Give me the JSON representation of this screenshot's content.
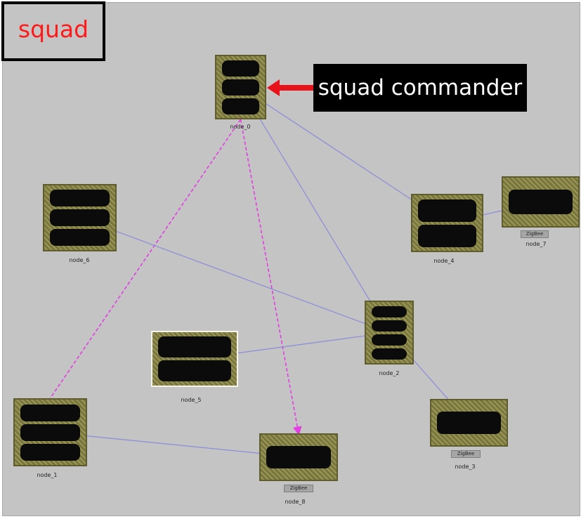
{
  "title": "squad",
  "callout": "squad commander",
  "colors": {
    "background": "#c4c4c4",
    "title_text": "#ff1a1a",
    "arrow": "#e8121b",
    "link_solid": "#8f8fd8",
    "link_dashed": "#e23ee2"
  },
  "nodes": {
    "node_0": {
      "label": "node_0",
      "bars": 3
    },
    "node_1": {
      "label": "node_1",
      "bars": 3
    },
    "node_2": {
      "label": "node_2",
      "bars": 4
    },
    "node_3": {
      "label": "node_3",
      "bars": 1,
      "badge": "ZigBee"
    },
    "node_4": {
      "label": "node_4",
      "bars": 2
    },
    "node_5": {
      "label": "node_5",
      "bars": 2
    },
    "node_6": {
      "label": "node_6",
      "bars": 3
    },
    "node_7": {
      "label": "node_7",
      "bars": 1,
      "badge": "ZigBee"
    },
    "node_8": {
      "label": "node_8",
      "bars": 1,
      "badge": "ZigBee"
    }
  },
  "links": [
    {
      "from": "node_0",
      "to": "node_4",
      "style": "solid"
    },
    {
      "from": "node_0",
      "to": "node_2",
      "style": "solid"
    },
    {
      "from": "node_0",
      "to": "node_1",
      "style": "dashed"
    },
    {
      "from": "node_0",
      "to": "node_8",
      "style": "dashed-arrow"
    },
    {
      "from": "node_4",
      "to": "node_7",
      "style": "solid"
    },
    {
      "from": "node_6",
      "to": "node_2",
      "style": "solid"
    },
    {
      "from": "node_5",
      "to": "node_2",
      "style": "solid"
    },
    {
      "from": "node_2",
      "to": "node_3",
      "style": "solid"
    },
    {
      "from": "node_1",
      "to": "node_8",
      "style": "solid"
    }
  ]
}
